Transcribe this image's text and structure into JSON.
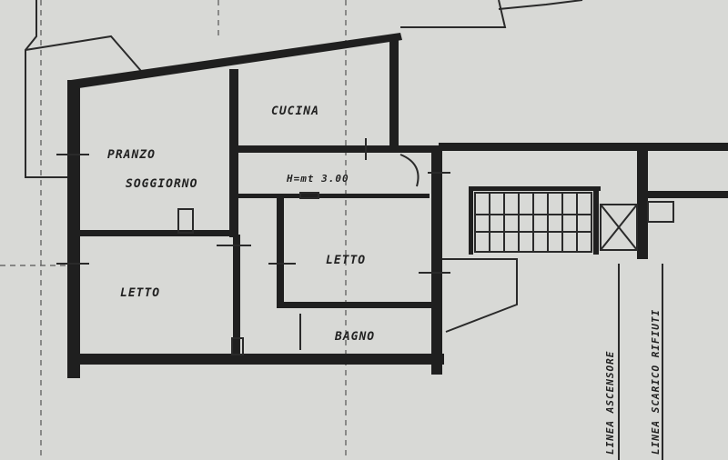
{
  "labels": {
    "cucina": "CUCINA",
    "pranzo": "PRANZO",
    "soggiorno": "SOGGIORNO",
    "hall": "H=mt 3.00",
    "letto_center": "LETTO",
    "letto_left": "LETTO",
    "bagno": "BAGNO",
    "ascensore": "LINEA ASCENSORE",
    "scarico": "LINEA SCARICO RIFIUTI"
  },
  "colors": {
    "wall": "#1f1f1f",
    "paper": "#d8d9d6"
  }
}
